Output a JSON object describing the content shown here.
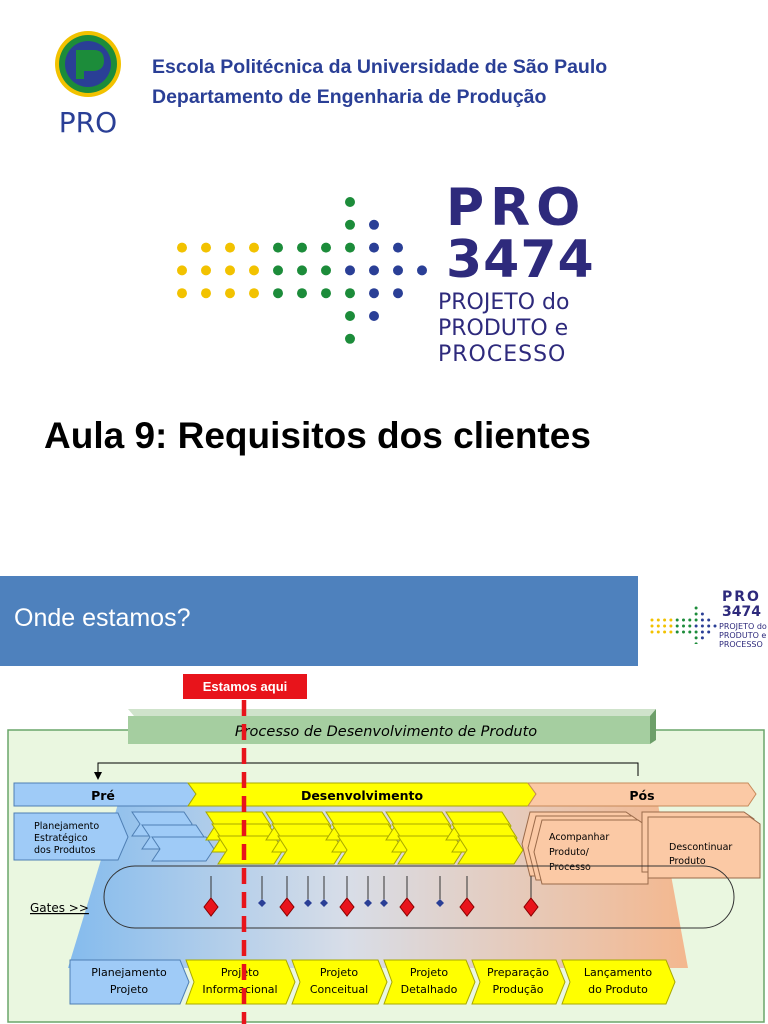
{
  "slide1": {
    "logo_text": "PRO",
    "school": "Escola Politécnica da Universidade de São Paulo",
    "department": "Departamento de Engenharia de Produção",
    "course_code_line1": "PRO",
    "course_code_line2": "3474",
    "course_name": [
      "PROJETO do",
      "PRODUTO e",
      "PROCESSO"
    ],
    "lecture_title": "Aula 9: Requisitos dos clientes"
  },
  "slide2": {
    "header_title": "Onde estamos?",
    "mini_logo": {
      "line1": "PRO",
      "line2": "3474",
      "sub": [
        "PROJETO do",
        "PRODUTO e",
        "PROCESSO"
      ]
    },
    "marker_label": "Estamos aqui",
    "process_title": "Processo de Desenvolvimento de Produto",
    "phases": {
      "pre": "Pré",
      "dev": "Desenvolvimento",
      "pos": "Pós"
    },
    "pre_box": [
      "Planejamento",
      "Estratégico",
      "dos Produtos"
    ],
    "pos_boxes": [
      [
        "Acompanhar",
        "Produto/",
        "Processo"
      ],
      [
        "Descontinuar",
        "Produto"
      ]
    ],
    "gates_label": "Gates >>",
    "stages": [
      [
        "Planejamento",
        "Projeto"
      ],
      [
        "Projeto",
        "Informacional"
      ],
      [
        "Projeto",
        "Conceitual"
      ],
      [
        "Projeto",
        "Detalhado"
      ],
      [
        "Preparação",
        "Produção"
      ],
      [
        "Lançamento",
        "do Produto"
      ]
    ],
    "colors": {
      "header": "#4e81bd",
      "marker": "#e8141b",
      "pre": "#9fcbf7",
      "dev": "#ffff00",
      "pos": "#fbc9a5",
      "panel": "#eaf7e0",
      "title_bar": "#a5cea0"
    }
  }
}
